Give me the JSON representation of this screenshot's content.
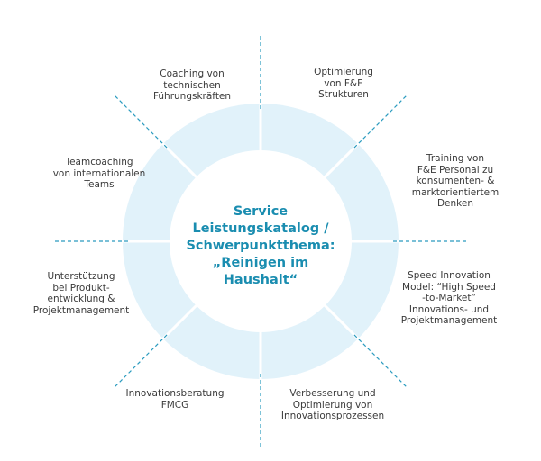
{
  "colors": {
    "ring": "#e1f2fa",
    "dash": "#2a9bbf",
    "title": "#1a8db0",
    "text": "#3a3a3a"
  },
  "center_title": [
    "Service",
    "Leistungskatalog /",
    "Schwerpunktthema:",
    "„Reinigen im",
    "Haushalt“"
  ],
  "segments": [
    {
      "lines": [
        "Coaching von",
        "technischen",
        "Führungskräften"
      ]
    },
    {
      "lines": [
        "Optimierung",
        "von F&E",
        "Strukturen"
      ]
    },
    {
      "lines": [
        "Training von",
        "F&E Personal zu",
        "konsumenten- &",
        "marktorientiertem",
        "Denken"
      ]
    },
    {
      "lines": [
        "Speed Innovation",
        "Model: “High Speed",
        "-to-Market”",
        "Innovations- und",
        "Projektmanagement"
      ]
    },
    {
      "lines": [
        "Verbesserung und",
        "Optimierung von",
        "Innovationsprozessen"
      ]
    },
    {
      "lines": [
        "Innovationsberatung",
        "FMCG"
      ]
    },
    {
      "lines": [
        "Unterstützung",
        "bei Produkt-",
        "entwicklung &",
        "Projektmanagement"
      ]
    },
    {
      "lines": [
        "Teamcoaching",
        "von internationalen",
        "Teams"
      ]
    }
  ]
}
